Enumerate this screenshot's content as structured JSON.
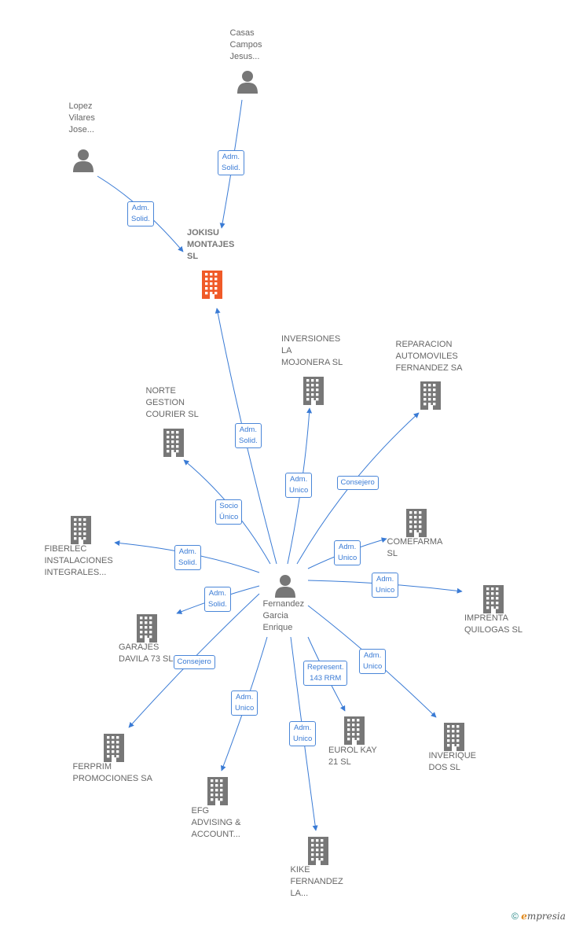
{
  "nodes": [
    {
      "id": "casas",
      "label": "Casas\nCampos\nJesus...",
      "type": "person",
      "color": "#777777"
    },
    {
      "id": "lopez",
      "label": "Lopez\nVilares\nJose...",
      "type": "person",
      "color": "#777777"
    },
    {
      "id": "jokisu",
      "label": "JOKISU\nMONTAJES\nSL",
      "type": "company",
      "color": "#f05a28",
      "focus": true
    },
    {
      "id": "inversiones",
      "label": "INVERSIONES\nLA\nMOJONERA  SL",
      "type": "company",
      "color": "#777777"
    },
    {
      "id": "reparacion",
      "label": "REPARACION\nAUTOMOVILES\nFERNANDEZ SA",
      "type": "company",
      "color": "#777777"
    },
    {
      "id": "norte",
      "label": "NORTE\nGESTION\nCOURIER SL",
      "type": "company",
      "color": "#777777"
    },
    {
      "id": "fiberlec",
      "label": "FIBERLEC\nINSTALACIONES\nINTEGRALES...",
      "type": "company",
      "color": "#777777"
    },
    {
      "id": "comefarma",
      "label": "COMEFARMA\nSL",
      "type": "company",
      "color": "#777777"
    },
    {
      "id": "fernandez",
      "label": "Fernandez\nGarcia\nEnrique",
      "type": "person",
      "color": "#777777"
    },
    {
      "id": "imprenta",
      "label": "IMPRENTA\nQUILOGAS  SL",
      "type": "company",
      "color": "#777777"
    },
    {
      "id": "garajes",
      "label": "GARAJES\nDAVILA 73  SL",
      "type": "company",
      "color": "#777777"
    },
    {
      "id": "ferprim",
      "label": "FERPRIM\nPROMOCIONES SA",
      "type": "company",
      "color": "#777777"
    },
    {
      "id": "eurol",
      "label": "EUROL KAY\n21 SL",
      "type": "company",
      "color": "#777777"
    },
    {
      "id": "inverique",
      "label": "INVERIQUE\nDOS  SL",
      "type": "company",
      "color": "#777777"
    },
    {
      "id": "efg",
      "label": "EFG\nADVISING &\nACCOUNT...",
      "type": "company",
      "color": "#777777"
    },
    {
      "id": "kike",
      "label": "KIKE\nFERNANDEZ\nLA...",
      "type": "company",
      "color": "#777777"
    }
  ],
  "edges": [
    {
      "from": "casas",
      "to": "jokisu",
      "label": "Adm.\nSolid."
    },
    {
      "from": "lopez",
      "to": "jokisu",
      "label": "Adm.\nSolid."
    },
    {
      "from": "fernandez",
      "to": "jokisu",
      "label": "Adm.\nSolid."
    },
    {
      "from": "fernandez",
      "to": "inversiones",
      "label": "Adm.\nUnico"
    },
    {
      "from": "fernandez",
      "to": "reparacion",
      "label": "Consejero"
    },
    {
      "from": "fernandez",
      "to": "norte",
      "label": "Socio\nÚnico"
    },
    {
      "from": "fernandez",
      "to": "fiberlec",
      "label": "Adm.\nSolid."
    },
    {
      "from": "fernandez",
      "to": "comefarma",
      "label": "Adm.\nUnico"
    },
    {
      "from": "fernandez",
      "to": "imprenta",
      "label": "Adm.\nUnico"
    },
    {
      "from": "fernandez",
      "to": "garajes",
      "label": "Adm.\nSolid."
    },
    {
      "from": "fernandez",
      "to": "ferprim",
      "label": "Consejero"
    },
    {
      "from": "fernandez",
      "to": "eurol",
      "label": "Represent.\n143 RRM"
    },
    {
      "from": "fernandez",
      "to": "inverique",
      "label": "Adm.\nUnico"
    },
    {
      "from": "fernandez",
      "to": "efg",
      "label": "Adm.\nUnico"
    },
    {
      "from": "fernandez",
      "to": "kike",
      "label": "Adm.\nUnico"
    }
  ],
  "footer": {
    "copyright": "©",
    "brand_initial": "e",
    "brand_rest": "mpresia"
  },
  "colors": {
    "edge": "#3a7bd5",
    "focus": "#f05a28",
    "node": "#777777"
  }
}
